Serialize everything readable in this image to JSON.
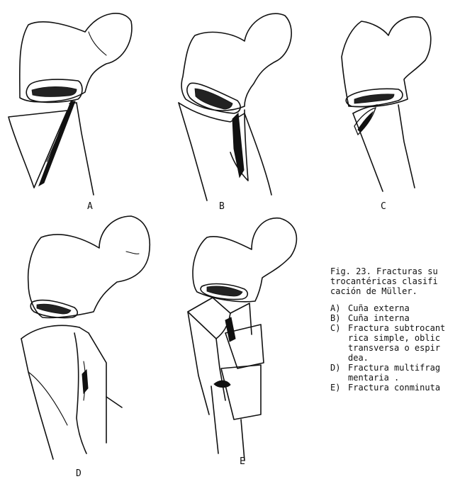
{
  "panels": [
    {
      "id": "A",
      "label": "A"
    },
    {
      "id": "B",
      "label": "B"
    },
    {
      "id": "C",
      "label": "C"
    },
    {
      "id": "D",
      "label": "D"
    },
    {
      "id": "E",
      "label": "E"
    }
  ],
  "caption": {
    "title": "Fig. 23. Fracturas su\ntrocantéricas clasifi\ncación de Müller.",
    "items": [
      {
        "letter": "A)",
        "text": "Cuña externa"
      },
      {
        "letter": "B)",
        "text": "Cuña interna"
      },
      {
        "letter": "C)",
        "text": "Fractura subtrocant\nrica simple, oblic\ntransversa o espir\ndea."
      },
      {
        "letter": "D)",
        "text": "Fractura multifrag\nmentaria ."
      },
      {
        "letter": "E)",
        "text": "Fractura conminuta"
      }
    ]
  },
  "colors": {
    "ink": "#111111",
    "paper": "#ffffff"
  }
}
